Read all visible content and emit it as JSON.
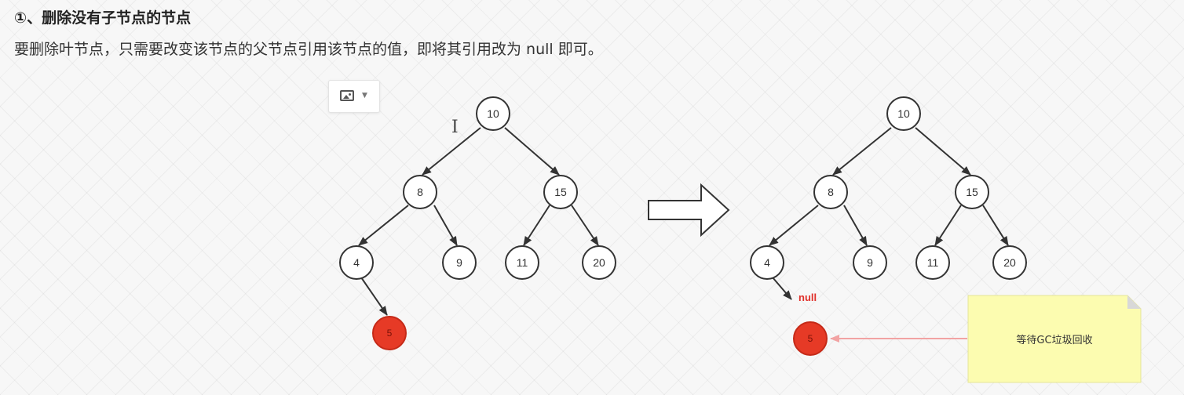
{
  "heading": "①、删除没有子节点的节点",
  "paragraph": "要删除叶节点，只需要改变该节点的父节点引用该节点的值，即将其引用改为 null 即可。",
  "tree_before": {
    "root": "10",
    "level2": [
      "8",
      "15"
    ],
    "level3": [
      "4",
      "9",
      "11",
      "20"
    ],
    "deleted": "5"
  },
  "tree_after": {
    "root": "10",
    "level2": [
      "8",
      "15"
    ],
    "level3": [
      "4",
      "9",
      "11",
      "20"
    ],
    "null_label": "null",
    "detached": "5"
  },
  "note": {
    "text": "等待GC垃圾回收",
    "color": "#fcfcb0"
  },
  "colors": {
    "deleted_node": "#e63a26",
    "null_text": "#e0302a",
    "pointer_line": "#f2a3a3"
  },
  "icons": [
    "image-icon",
    "dropdown-caret-icon",
    "text-cursor-icon",
    "right-arrow-icon"
  ]
}
